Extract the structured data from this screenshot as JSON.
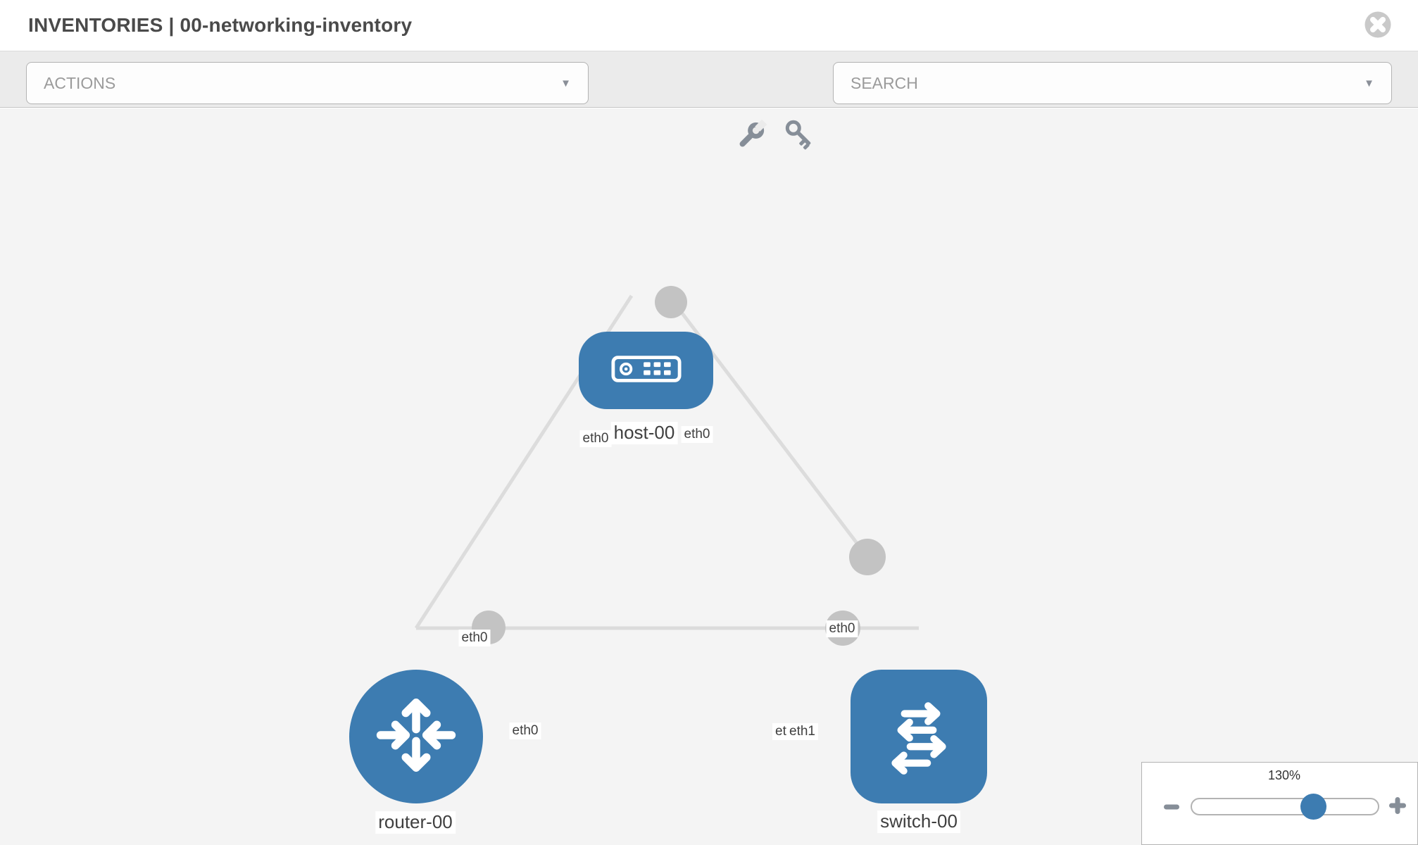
{
  "header": {
    "title": "INVENTORIES | 00-networking-inventory",
    "close_icon": "circle-x"
  },
  "toolbar": {
    "actions_label": "ACTIONS",
    "search_label": "SEARCH",
    "caret": "▼",
    "icons": [
      "wrench-icon",
      "key-icon"
    ]
  },
  "topology": {
    "nodes": [
      {
        "label": "host-00",
        "type": "host"
      },
      {
        "label": "router-00",
        "type": "router"
      },
      {
        "label": "switch-00",
        "type": "switch"
      }
    ],
    "links": [
      {
        "from": "router-00",
        "from_interface": "eth0",
        "to": "host-00",
        "to_interface": "eth0"
      },
      {
        "from": "host-00",
        "from_interface": "eth0",
        "to": "switch-00",
        "to_interface": "eth0"
      },
      {
        "from": "router-00",
        "from_interface": "eth0",
        "to": "switch-00",
        "to_interface": "eth1"
      }
    ],
    "interface_labels": [
      {
        "text": "eth0",
        "at": "host-end-of-router-link"
      },
      {
        "text": "eth0",
        "at": "host-end-of-switch-link"
      },
      {
        "text": "eth0",
        "at": "router-end-of-host-link"
      },
      {
        "text": "eth0",
        "at": "router-end-of-switch-link"
      },
      {
        "text": "eth0",
        "at": "switch-end-of-host-link"
      },
      {
        "text": "eth0",
        "at": "switch-end-of-router-link-under"
      },
      {
        "text": "eth1",
        "at": "switch-end-of-router-link-over"
      }
    ]
  },
  "zoom_control": {
    "value": "130%",
    "minus_icon": "minus",
    "plus_icon": "plus"
  },
  "colors": {
    "node_blue": "#3d7cb1",
    "link_gray": "#dcdcdc",
    "connector_gray": "#c3c3c3",
    "canvas_bg": "#f4f4f4",
    "toolbar_bg": "#ebebeb",
    "icon_gray": "#868e98",
    "title_text": "#4a4a4a",
    "muted_text": "#9b9b9b"
  }
}
